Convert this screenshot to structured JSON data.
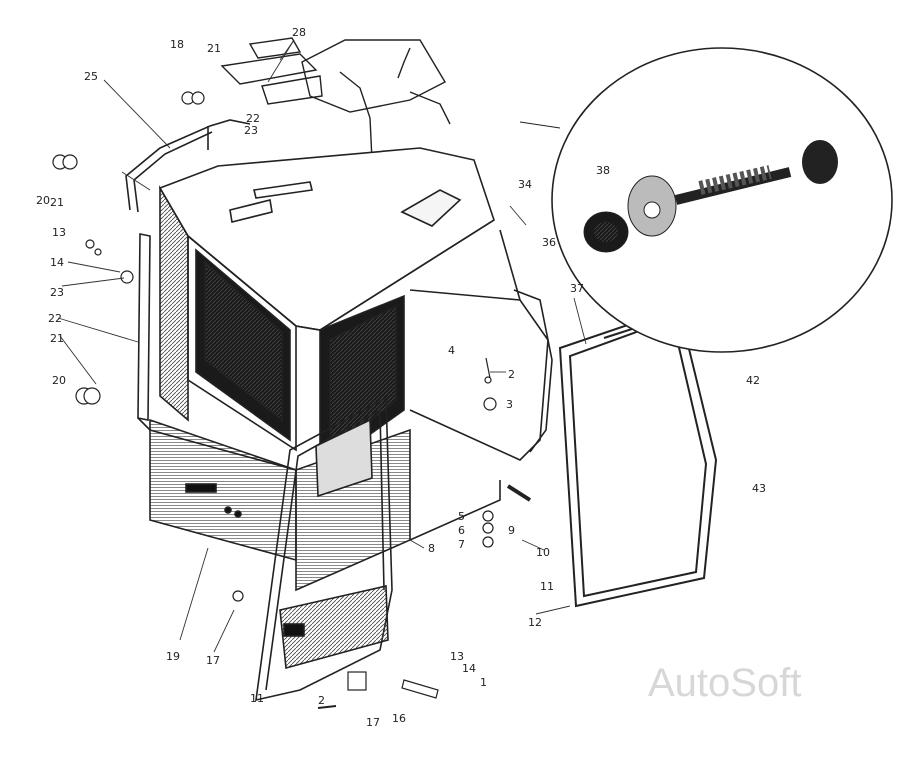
{
  "figure": {
    "watermark": "AutoSoft",
    "callouts": [
      {
        "id": "c1",
        "text": "28"
      },
      {
        "id": "c2",
        "text": "21"
      },
      {
        "id": "c3",
        "text": "18"
      },
      {
        "id": "c4",
        "text": "22"
      },
      {
        "id": "c5",
        "text": "25"
      },
      {
        "id": "c6",
        "text": "23"
      },
      {
        "id": "c7",
        "text": "20"
      },
      {
        "id": "c8",
        "text": "21"
      },
      {
        "id": "c9",
        "text": "13"
      },
      {
        "id": "c10",
        "text": "14"
      },
      {
        "id": "c11",
        "text": "23"
      },
      {
        "id": "c12",
        "text": "22"
      },
      {
        "id": "c13",
        "text": "21"
      },
      {
        "id": "c14",
        "text": "20"
      },
      {
        "id": "c15",
        "text": "34"
      },
      {
        "id": "c16",
        "text": "36"
      },
      {
        "id": "c17",
        "text": "37"
      },
      {
        "id": "c18",
        "text": "38"
      },
      {
        "id": "c19",
        "text": "42"
      },
      {
        "id": "c20",
        "text": "43"
      },
      {
        "id": "c21",
        "text": "2"
      },
      {
        "id": "c22",
        "text": "3"
      },
      {
        "id": "c23",
        "text": "4"
      },
      {
        "id": "c24",
        "text": "9"
      },
      {
        "id": "c25",
        "text": "5"
      },
      {
        "id": "c26",
        "text": "6"
      },
      {
        "id": "c27",
        "text": "7"
      },
      {
        "id": "c28",
        "text": "8"
      },
      {
        "id": "c29",
        "text": "10"
      },
      {
        "id": "c30",
        "text": "11"
      },
      {
        "id": "c31",
        "text": "12"
      },
      {
        "id": "c32",
        "text": "19"
      },
      {
        "id": "c33",
        "text": "17"
      },
      {
        "id": "c34",
        "text": "11"
      },
      {
        "id": "c35",
        "text": "13"
      },
      {
        "id": "c36",
        "text": "14"
      },
      {
        "id": "c37",
        "text": "1"
      },
      {
        "id": "c38",
        "text": "17"
      },
      {
        "id": "c39",
        "text": "16"
      },
      {
        "id": "c40",
        "text": "2"
      }
    ]
  }
}
